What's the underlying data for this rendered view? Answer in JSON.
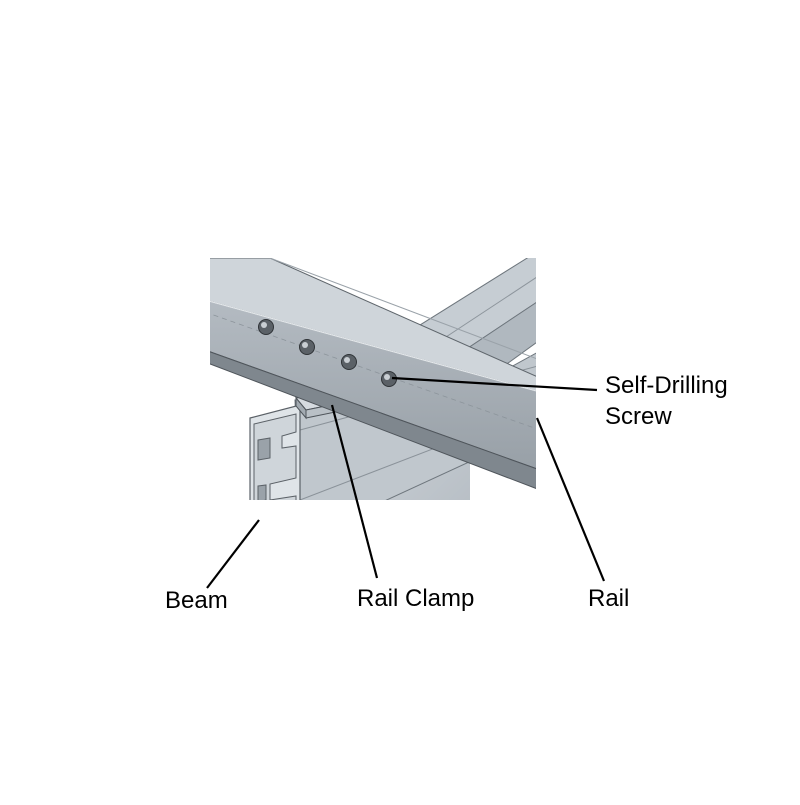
{
  "callouts": {
    "screw": {
      "line1": "Self-Drilling",
      "line2": "Screw"
    },
    "beam": "Beam",
    "rail_clamp": "Rail Clamp",
    "rail": "Rail"
  },
  "colors": {
    "background": "#ffffff",
    "metal_light": "#c5ccd2",
    "metal_mid": "#a9b1b8",
    "metal_dark": "#7a838b",
    "edge": "#4a4f55",
    "leader_line": "#000000",
    "label_text": "#000000"
  }
}
